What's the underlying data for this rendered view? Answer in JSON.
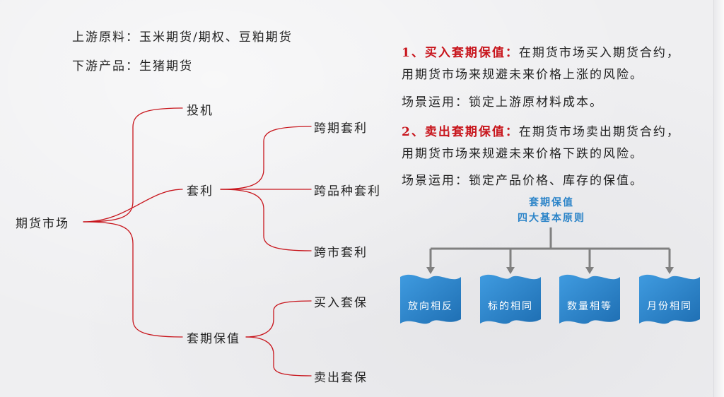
{
  "left_notes": {
    "upstream": "上游原料：玉米期货/期权、豆粕期货",
    "downstream": "下游产品：生猪期货"
  },
  "tree": {
    "root": "期货市场",
    "branches": [
      "投机",
      "套利",
      "套期保值"
    ],
    "arbitrage_children": [
      "跨期套利",
      "跨品种套利",
      "跨市套利"
    ],
    "hedge_children": [
      "买入套保",
      "卖出套保"
    ]
  },
  "right_text": {
    "item1_title": "1、买入套期保值：",
    "item1_line1": "在期货市场买入期货合约，",
    "item1_line2": "用期货市场来规避未来价格上涨的风险。",
    "item1_scene": "场景运用：锁定上游原材料成本。",
    "item2_title": "2、卖出套期保值：",
    "item2_line1": "在期货市场卖出期货合约，",
    "item2_line2": "用期货市场来规避未来价格下跌的风险。",
    "item2_scene": "场景运用：锁定产品价格、库存的保值。"
  },
  "principles": {
    "title_line1": "套期保值",
    "title_line2": "四大基本原则",
    "items": [
      "放向相反",
      "标的相同",
      "数量相等",
      "月份相同"
    ]
  },
  "colors": {
    "bracket": "#c8161d",
    "accent_red": "#c8161d",
    "box_blue": "#2a83c8",
    "connector_gray": "#808080"
  }
}
